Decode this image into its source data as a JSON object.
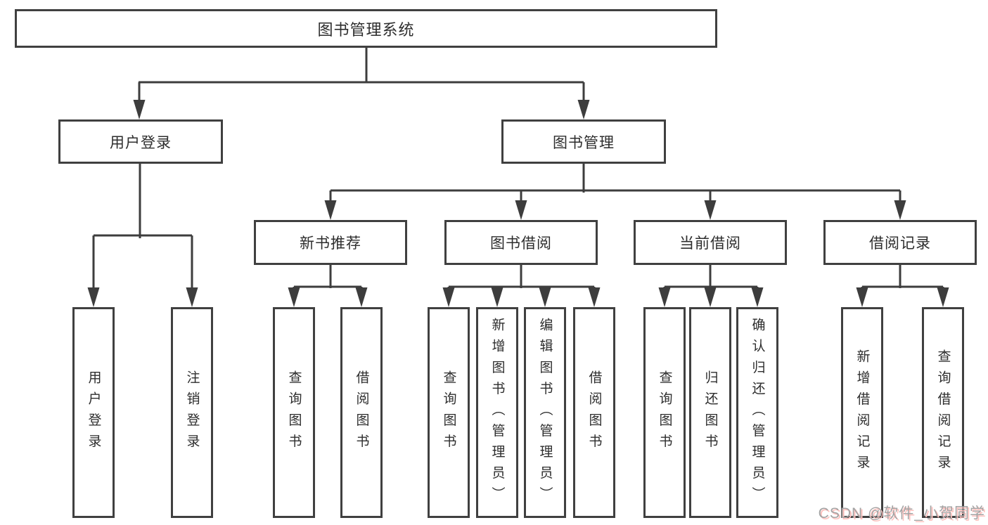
{
  "diagram": {
    "root": {
      "label": "图书管理系统"
    },
    "level2": {
      "user_login": {
        "label": "用户登录"
      },
      "book_mgmt": {
        "label": "图书管理"
      }
    },
    "level3": {
      "new_books": {
        "label": "新书推荐"
      },
      "borrowing": {
        "label": "图书借阅"
      },
      "current": {
        "label": "当前借阅"
      },
      "records": {
        "label": "借阅记录"
      }
    },
    "leaves": {
      "user_login": {
        "login": "用户登录",
        "logout": "注销登录"
      },
      "new_books": {
        "query": "查询图书",
        "borrow": "借阅图书"
      },
      "borrowing": {
        "query": "查询图书",
        "add": "新增图书（管理员）",
        "edit": "编辑图书（管理员）",
        "borrow": "借阅图书"
      },
      "current": {
        "query": "查询图书",
        "return": "归还图书",
        "confirm": "确认归还（管理员）"
      },
      "records": {
        "add": "新增借阅记录",
        "query": "查询借阅记录"
      }
    },
    "line_color": "#3d3d3d"
  },
  "watermark": {
    "text": "CSDN @软件_小贺同学"
  }
}
